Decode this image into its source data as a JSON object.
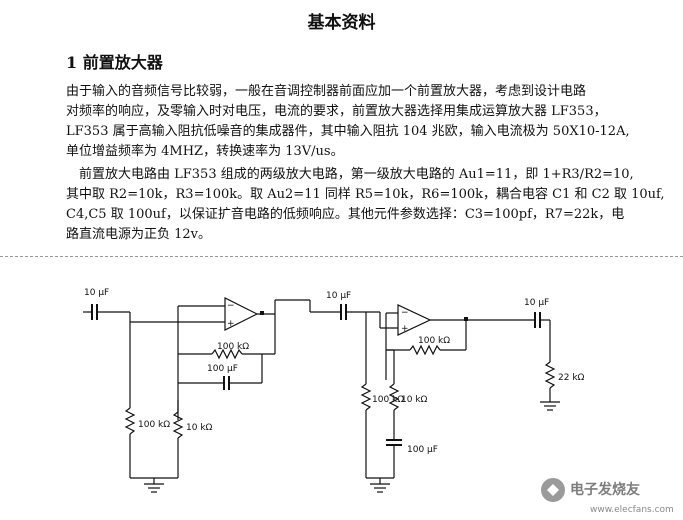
{
  "document": {
    "title": "基本资料",
    "section_heading": "1  前置放大器",
    "paragraph1": [
      "由于输入的音频信号比较弱，一般在音调控制器前面应加一个前置放大器，考虑到设计电路",
      "对频率的响应，及零输入时对电压，电流的要求，前置放大器选择用集成运算放大器 LF353，",
      "LF353 属于高输入阻抗低噪音的集成器件，其中输入阻抗 104 兆欧，输入电流极为 50X10-12A,",
      "单位增益频率为 4MHZ，转换速率为 13V/us。"
    ],
    "paragraph2": [
      "　前置放大电路由 LF353 组成的两级放大电路，第一级放大电路的 Au1=11，即 1+R3/R2=10,",
      "其中取 R2=10k，R3=100k。取 Au2=11 同样 R5=10k，R6=100k，耦合电容 C1 和 C2 取 10uf,",
      "C4,C5 取 100uf，以保证扩音电路的低频响应。其他元件参数选择：C3=100pf，R7=22k，电",
      "路直流电源为正负 12v。"
    ]
  },
  "circuit": {
    "labels": {
      "c1": "10 μF",
      "r3": "100 kΩ",
      "c3": "100 μF",
      "r1": "100 kΩ",
      "r2": "10 kΩ",
      "c2": "10 μF",
      "r6": "100 kΩ",
      "r4": "100 kΩ",
      "r5": "10 kΩ",
      "c4": "100 μF",
      "c5": "10 μF",
      "r7": "22 kΩ"
    }
  },
  "watermark": {
    "main": "电子发烧友",
    "sub": "www.elecfans.com"
  }
}
